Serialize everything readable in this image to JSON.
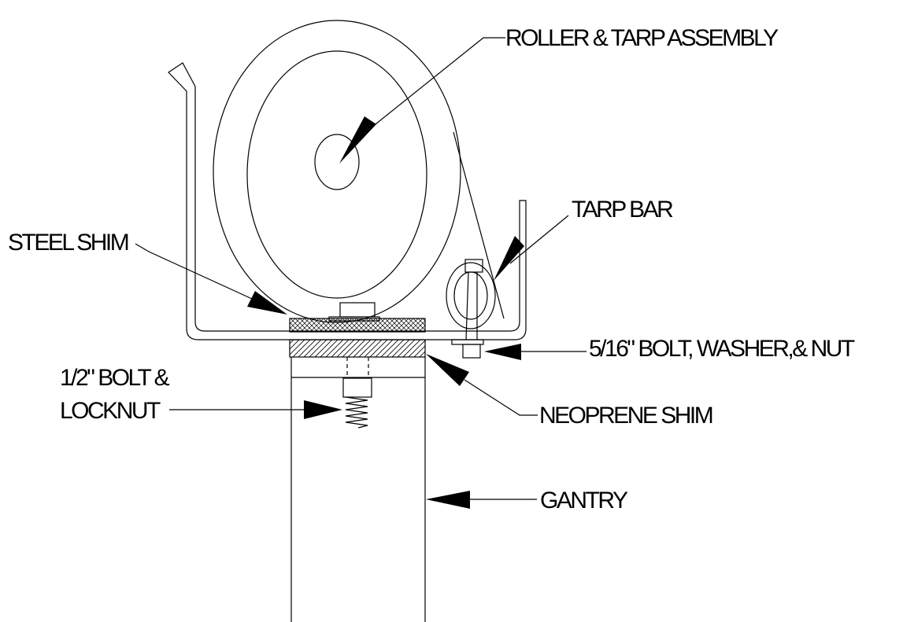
{
  "labels": {
    "roller": "ROLLER & TARP ASSEMBLY",
    "tarp_bar": "TARP BAR",
    "steel_shim": "STEEL SHIM",
    "bolt_516": "5/16\" BOLT, WASHER,& NUT",
    "bolt_half_line1": "1/2\" BOLT &",
    "bolt_half_line2": "LOCKNUT",
    "neoprene": "NEOPRENE SHIM",
    "gantry": "GANTRY"
  }
}
